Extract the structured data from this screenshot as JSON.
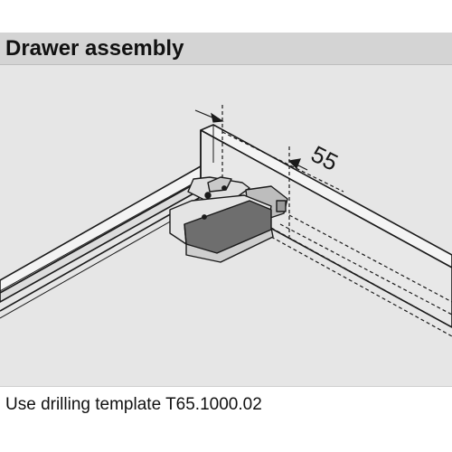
{
  "header": {
    "title": "Drawer assembly"
  },
  "diagram": {
    "dimension_label": "55"
  },
  "caption": {
    "text": "Use drilling template T65.1000.02"
  },
  "colors": {
    "header_background": "#d4d4d4",
    "diagram_background": "#e6e6e6",
    "line_color": "#1a1a1a",
    "drawer_side_fill": "#f4f4f4",
    "clip_dark_fill": "#6e6e6e"
  }
}
